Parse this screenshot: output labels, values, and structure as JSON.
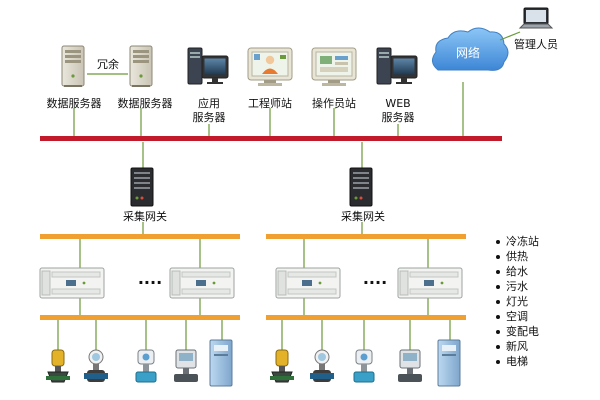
{
  "colors": {
    "main_bus": "#c21a2a",
    "field_bus": "#f0a030",
    "link_line": "#6a9a3a",
    "cloud": "#5aa0e6"
  },
  "servers": [
    {
      "label_lines": [
        "数据服务器"
      ],
      "icon": "server-tower-icon"
    },
    {
      "label_lines": [
        "数据服务器"
      ],
      "icon": "server-tower-icon"
    },
    {
      "label_lines": [
        "应用",
        "服务器"
      ],
      "icon": "server-monitor-icon"
    },
    {
      "label_lines": [
        "工程师站"
      ],
      "icon": "engineer-workstation-icon"
    },
    {
      "label_lines": [
        "操作员站"
      ],
      "icon": "operator-workstation-icon"
    },
    {
      "label_lines": [
        "WEB",
        "服务器"
      ],
      "icon": "web-server-monitor-icon"
    }
  ],
  "redundancy_label": "冗余",
  "network": {
    "cloud_label": "网络",
    "admin_label": "管理人员"
  },
  "gateways": [
    {
      "label": "采集网关"
    },
    {
      "label": "采集网关"
    }
  ],
  "controller_ellipsis": "····",
  "field_devices": [
    "actuator-valve-icon",
    "flow-meter-icon",
    "transmitter-icon",
    "instrument-meter-icon",
    "cabinet-icon"
  ],
  "legend": {
    "items": [
      "冷冻站",
      "供热",
      "给水",
      "污水",
      "灯光",
      "空调",
      "变配电",
      "新风",
      "电梯"
    ]
  }
}
